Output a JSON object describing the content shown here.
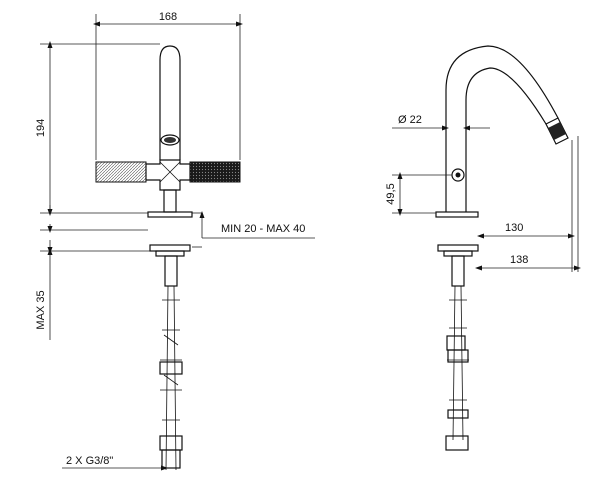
{
  "dimensions": {
    "width_168": "168",
    "height_194": "194",
    "deck_thickness": "MIN 20 - MAX 40",
    "max_35": "MAX 35",
    "connection": "2 X G3/8\"",
    "diameter": "Ø  22",
    "height_49_5": "49,5",
    "reach_130": "130",
    "reach_138": "138"
  },
  "colors": {
    "ink": "#111111",
    "grip_fill": "#222222"
  }
}
